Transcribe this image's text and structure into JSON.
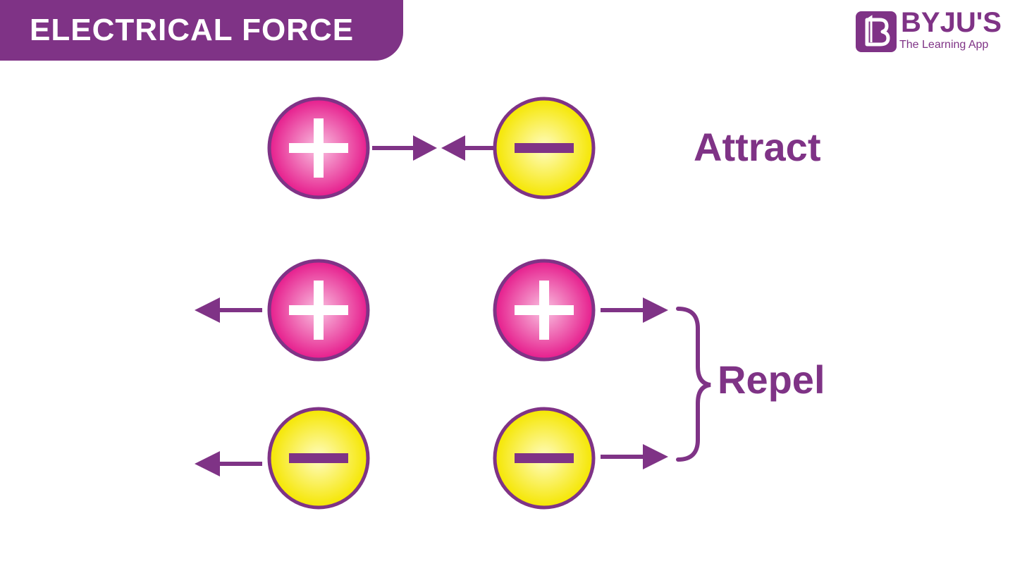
{
  "header": {
    "title": "ELECTRICAL FORCE"
  },
  "logo": {
    "name": "BYJU'S",
    "tagline": "The Learning App"
  },
  "labels": {
    "attract": "Attract",
    "repel": "Repel"
  },
  "colors": {
    "brand": "#7f3386",
    "positive": "#e61c8c",
    "positive_light": "#f9c2e1",
    "negative": "#f5e600",
    "negative_light": "#fffcc0",
    "outline": "#7f3386"
  },
  "charges": {
    "attract": [
      "positive",
      "negative"
    ],
    "repel_top": [
      "positive",
      "positive"
    ],
    "repel_bottom": [
      "negative",
      "negative"
    ]
  }
}
